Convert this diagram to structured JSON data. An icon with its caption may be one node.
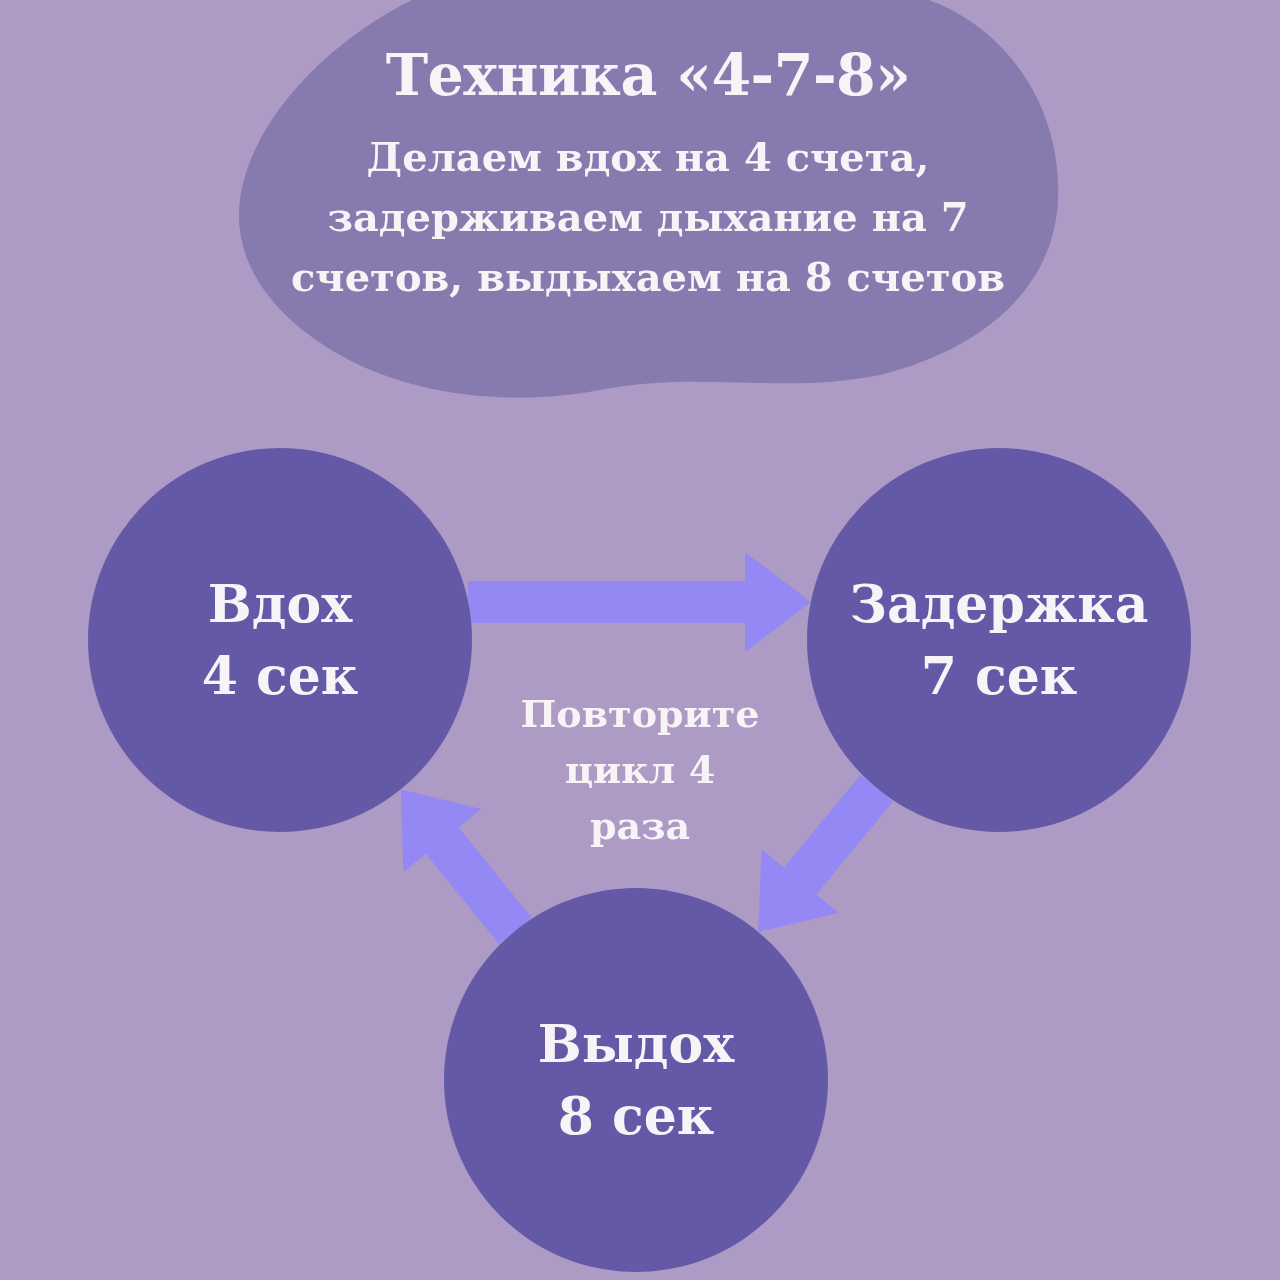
{
  "diagram": {
    "nodes": [
      {
        "text": [
          "Техника «4-7-8»",
          "Делаем вдох на 4 счета, задерживаем дыхание на 7 счетов, выдыхаем на 8 счетов"
        ]
      },
      {
        "text": [
          "Вдох",
          "4 сек"
        ]
      },
      {
        "text": [
          "Задержка",
          "7 сек"
        ]
      },
      {
        "text": [
          "Выдох",
          "8 сек"
        ]
      }
    ],
    "edges": [
      {
        "from": 1,
        "to": 2,
        "arrow": "to"
      },
      {
        "from": 2,
        "to": 3,
        "arrow": "to"
      },
      {
        "from": 3,
        "to": 1,
        "arrow": "to"
      }
    ],
    "labels": [
      "Повторите цикл 4 раза"
    ]
  }
}
